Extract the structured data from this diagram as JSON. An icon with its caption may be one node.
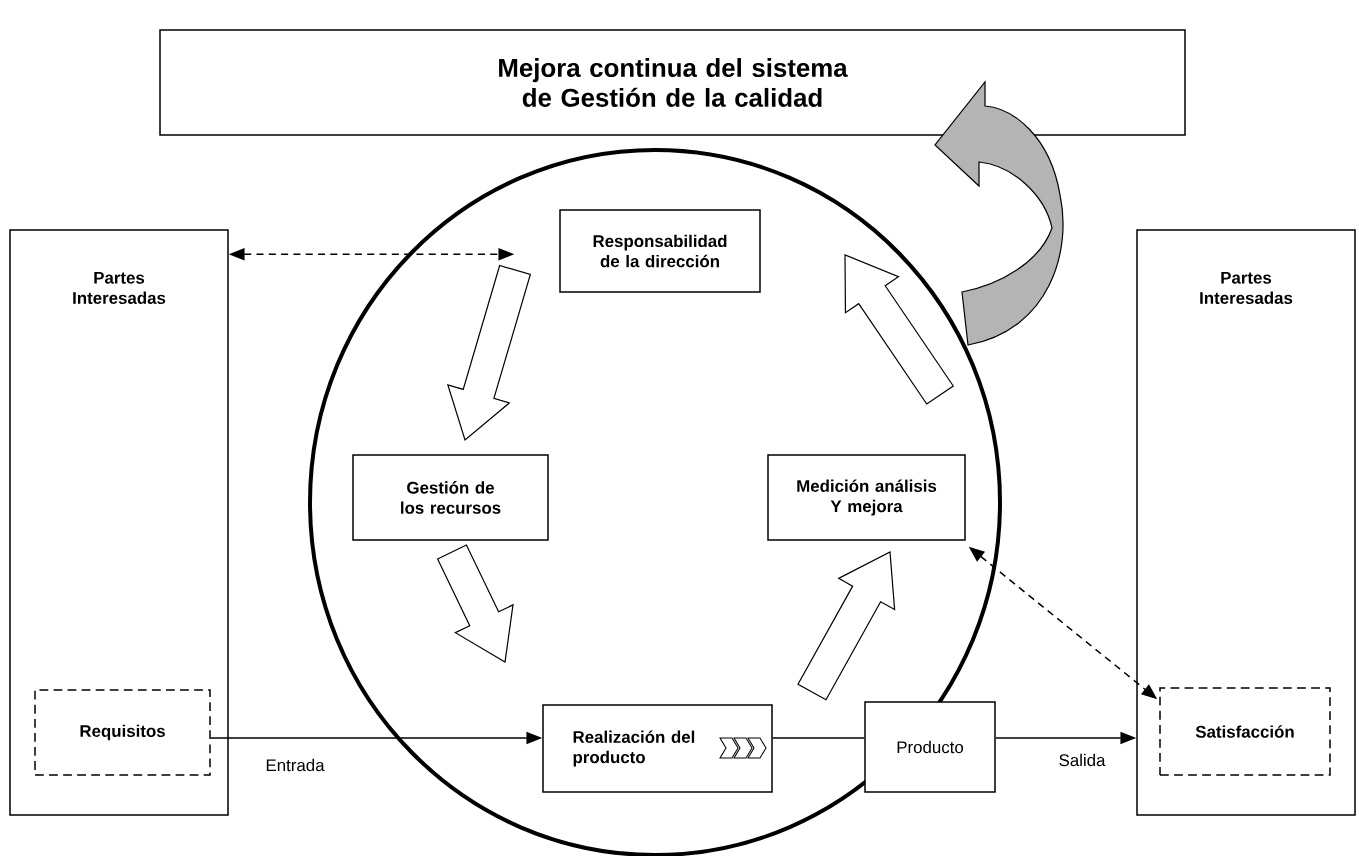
{
  "diagram": {
    "nodes": [
      {
        "text": [
          "Mejora continua del sistema de Gestión de la calidad"
        ]
      },
      {
        "text": [
          "Partes Interesadas"
        ]
      },
      {
        "text": [
          "Requisitos"
        ],
        "in": 1
      },
      {
        "text": [],
        "shape": "circle"
      },
      {
        "text": [
          "Responsabilidad de la dirección"
        ],
        "in": 3
      },
      {
        "text": [
          "Gestión de los recursos"
        ],
        "in": 3
      },
      {
        "text": [
          "Medición análisis Y mejora"
        ],
        "in": 3
      },
      {
        "text": [
          "Realización del producto"
        ],
        "in": 3
      },
      {
        "text": [
          "Producto"
        ]
      },
      {
        "text": [
          "Partes Interesadas"
        ]
      },
      {
        "text": [
          "Satisfacción"
        ],
        "in": 9
      }
    ],
    "edges": [
      {
        "from": 1,
        "to": 4,
        "arrow": "both",
        "style": "dashed"
      },
      {
        "from": 4,
        "to": 5,
        "arrow": "to",
        "style": "thick"
      },
      {
        "from": 5,
        "to": 7,
        "arrow": "to",
        "style": "thick"
      },
      {
        "from": 7,
        "to": 6,
        "arrow": "to",
        "style": "thick"
      },
      {
        "from": 6,
        "to": 4,
        "arrow": "to",
        "style": "thick"
      },
      {
        "from": 3,
        "to": 0,
        "arrow": "to",
        "style": "thick",
        "color": "#b4b4b4"
      },
      {
        "from": 2,
        "to": 7,
        "arrow": "to",
        "label": "Entrada"
      },
      {
        "from": 7,
        "to": 8,
        "arrow": "none"
      },
      {
        "from": 8,
        "to": 9,
        "arrow": "to",
        "label": "Salida"
      },
      {
        "from": 6,
        "to": 10,
        "arrow": "both",
        "style": "dashed"
      }
    ]
  }
}
